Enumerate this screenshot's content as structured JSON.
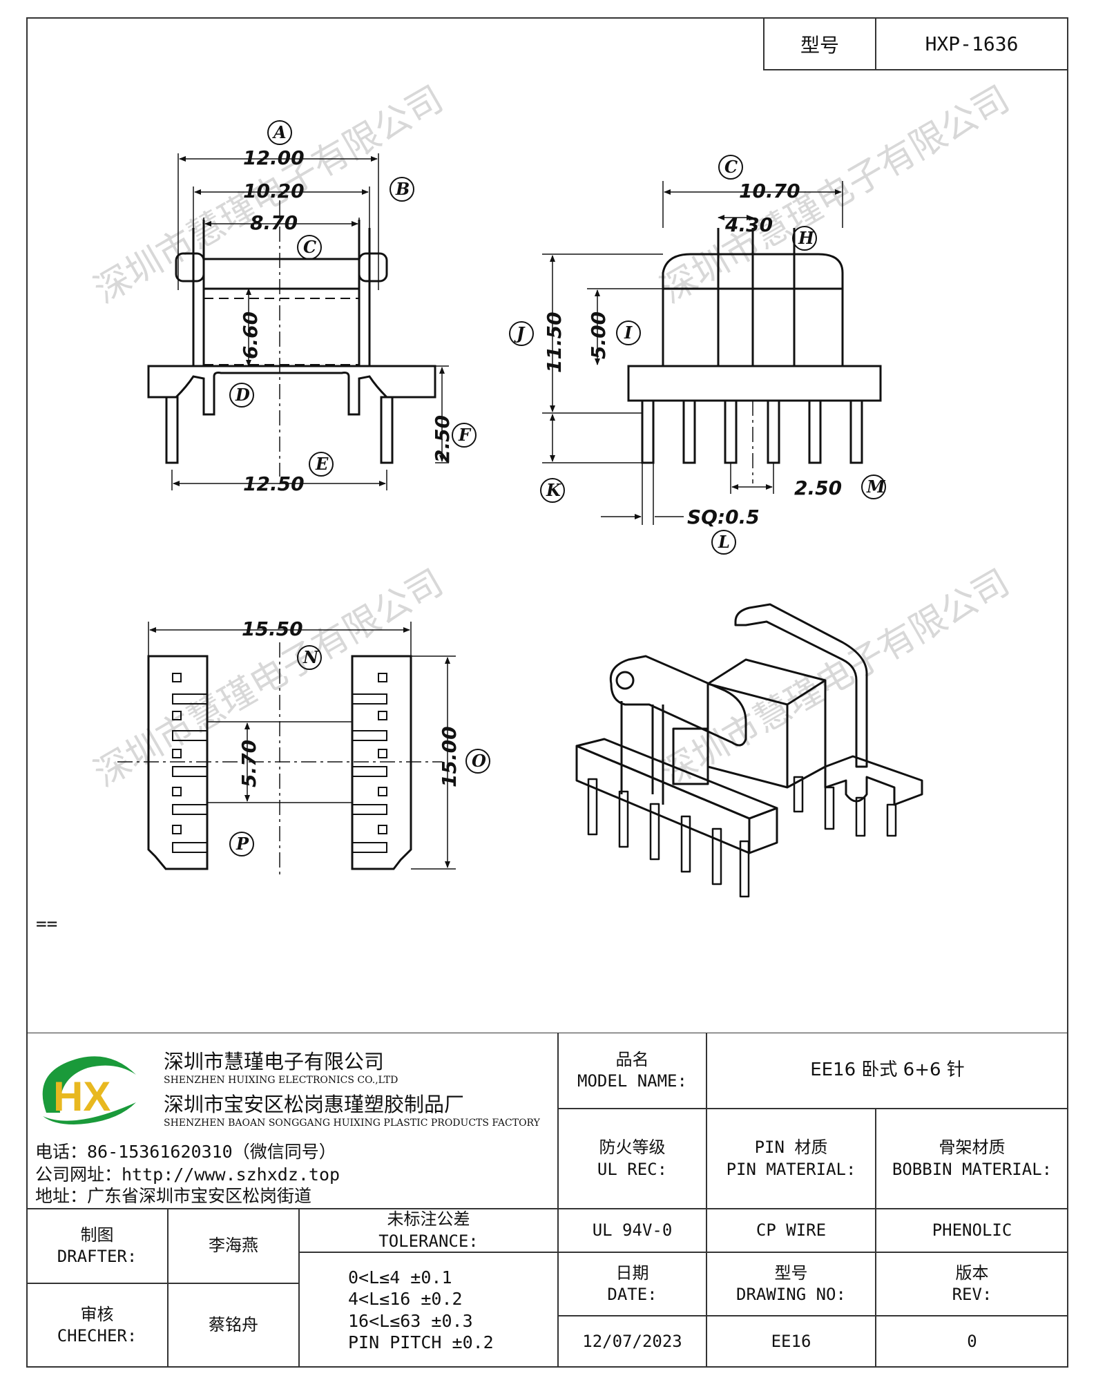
{
  "header": {
    "model_label": "型号",
    "model_value": "HXP-1636"
  },
  "watermark": "深圳市慧瑾电子有限公司",
  "drawing": {
    "front_view": {
      "dim_a": "12.00",
      "dim_b": "10.20",
      "dim_c": "8.70",
      "dim_d": "6.60",
      "dim_e": "12.50",
      "dim_f": "2.50",
      "label_a": "A",
      "label_b": "B",
      "label_c": "C",
      "label_d": "D",
      "label_e": "E",
      "label_f": "F"
    },
    "side_view": {
      "dim_c": "10.70",
      "dim_h": "4.30",
      "dim_j": "11.50",
      "dim_i": "5.00",
      "dim_m": "2.50",
      "dim_l": "SQ:0.5",
      "label_c": "C",
      "label_h": "H",
      "label_j": "J",
      "label_i": "I",
      "label_k": "K",
      "label_m": "M",
      "label_l": "L"
    },
    "bottom_view": {
      "dim_n": "15.50",
      "dim_o": "15.00",
      "dim_p": "5.70",
      "label_n": "N",
      "label_o": "O",
      "label_p": "P"
    }
  },
  "note_mark": "==",
  "company": {
    "name_cn": "深圳市慧瑾电子有限公司",
    "name_en": "SHENZHEN HUIXING ELECTRONICS CO.,LTD",
    "factory_cn": "深圳市宝安区松岗惠瑾塑胶制品厂",
    "factory_en": "SHENZHEN BAOAN SONGGANG HUIXING PLASTIC PRODUCTS FACTORY",
    "phone": "电话：86-15361620310（微信同号）",
    "website": "公司网址：http://www.szhxdz.top",
    "address": "地址：广东省深圳市宝安区松岗街道",
    "logo_text": "HX",
    "colors": {
      "logo_green": "#1a9a3a",
      "logo_yellow": "#e8b820"
    }
  },
  "title_block": {
    "model_name_cn": "品名",
    "model_name_en": "MODEL NAME:",
    "model_name_value": "EE16 卧式 6+6 针",
    "ul_cn": "防火等级",
    "ul_en": "UL REC:",
    "pin_mat_cn": "PIN 材质",
    "pin_mat_en": "PIN MATERIAL:",
    "bobbin_mat_cn": "骨架材质",
    "bobbin_mat_en": "BOBBIN MATERIAL:",
    "ul_value": "UL 94V-0",
    "pin_value": "CP WIRE",
    "bobbin_value": "PHENOLIC",
    "drafter_cn": "制图",
    "drafter_en": "DRAFTER:",
    "drafter_name": "李海燕",
    "checker_cn": "审核",
    "checker_en": "CHECHER:",
    "checker_name": "蔡铭舟",
    "tolerance_cn": "未标注公差",
    "tolerance_en": "TOLERANCE:",
    "tolerances": [
      "0<L≤4  ±0.1",
      "4<L≤16 ±0.2",
      "16<L≤63 ±0.3",
      "PIN PITCH ±0.2"
    ],
    "date_cn": "日期",
    "date_en": "DATE:",
    "date_value": "12/07/2023",
    "drawing_no_cn": "型号",
    "drawing_no_en": "DRAWING NO:",
    "drawing_no_value": "EE16",
    "rev_cn": "版本",
    "rev_en": "REV:",
    "rev_value": "0"
  }
}
